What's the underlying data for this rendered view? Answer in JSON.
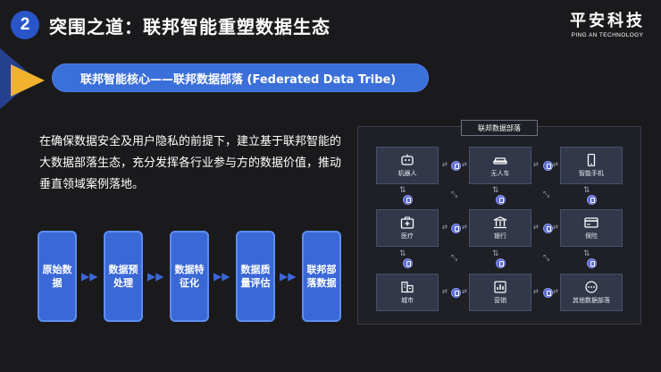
{
  "header": {
    "section_number": "2",
    "title": "突围之道：联邦智能重塑数据生态",
    "logo_cn": "平安科技",
    "logo_en": "PING AN TECHNOLOGY"
  },
  "subtitle": "联邦智能核心——联邦数据部落 (Federated Data Tribe)",
  "description": "在确保数据安全及用户隐私的前提下，建立基于联邦智能的大数据部落生态，充分发挥各行业参与方的数据价值，推动垂直领域案例落地。",
  "flow_steps": [
    {
      "label": "原始数据"
    },
    {
      "label": "数据预处理"
    },
    {
      "label": "数据特征化"
    },
    {
      "label": "数据质量评估"
    },
    {
      "label": "联邦部落数据"
    }
  ],
  "panel": {
    "title": "联邦数据部落",
    "nodes": [
      {
        "label": "机器人",
        "icon": "robot-icon"
      },
      {
        "label": "无人车",
        "icon": "car-icon"
      },
      {
        "label": "智能手机",
        "icon": "smartphone-icon"
      },
      {
        "label": "医疗",
        "icon": "medical-kit-icon"
      },
      {
        "label": "银行",
        "icon": "bank-icon"
      },
      {
        "label": "保险",
        "icon": "card-icon"
      },
      {
        "label": "城市",
        "icon": "city-icon"
      },
      {
        "label": "营销",
        "icon": "bar-chart-icon"
      },
      {
        "label": "其他数据部落",
        "icon": "more-icon"
      }
    ]
  },
  "colors": {
    "background": "#1a1a1d",
    "accent_blue": "#3b6fd9",
    "accent_gold": "#f2b22e",
    "node_bg": "#32384a"
  }
}
